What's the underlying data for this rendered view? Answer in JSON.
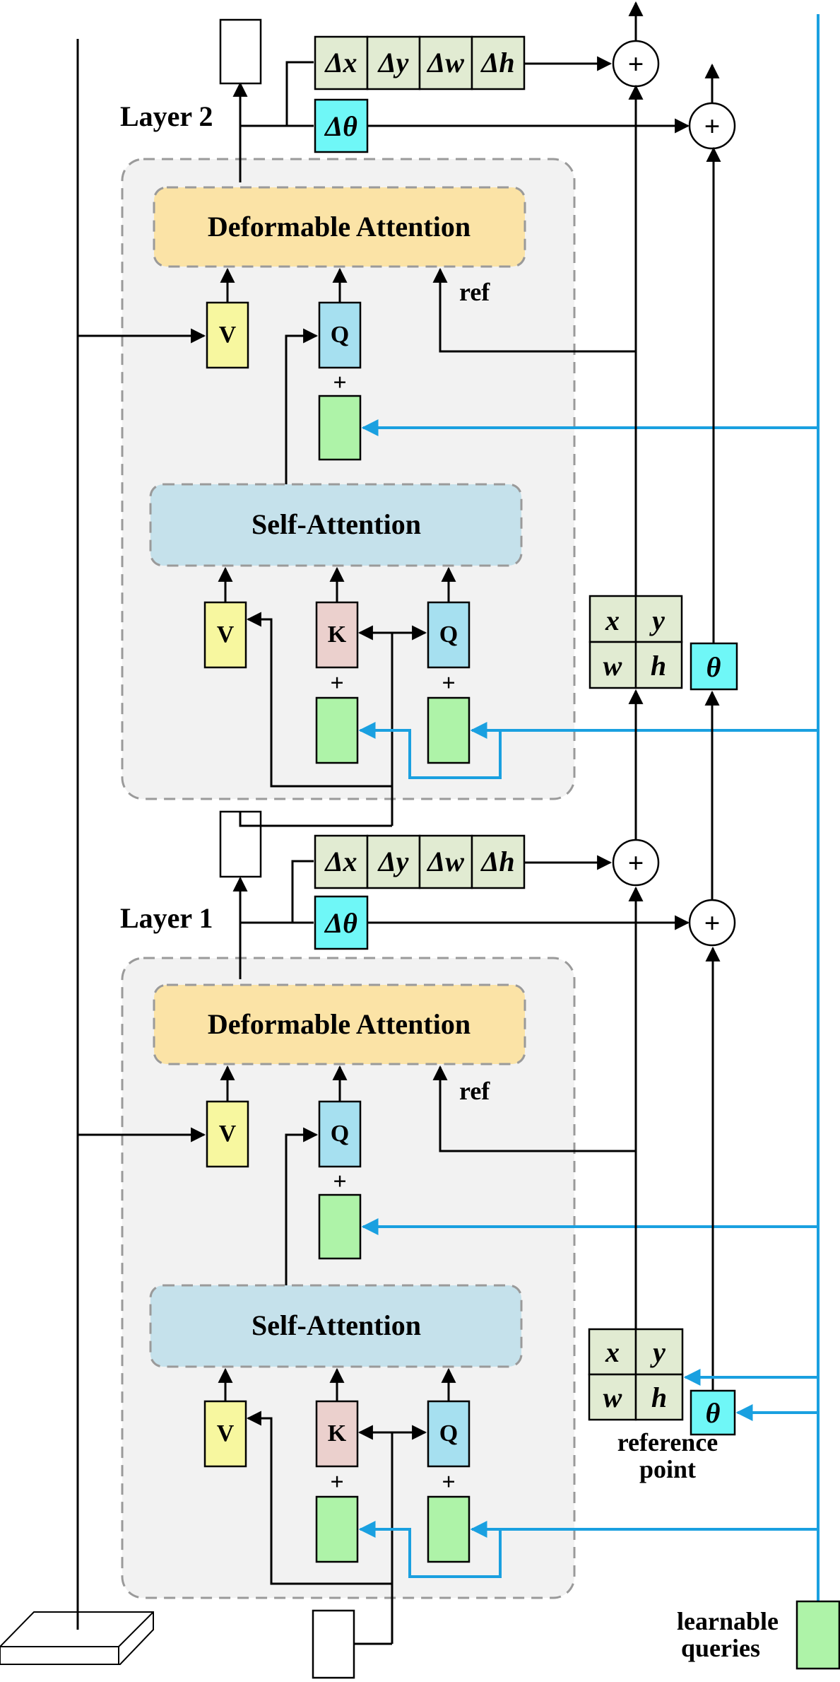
{
  "layers": [
    {
      "name": "Layer 2",
      "deformable_attention": "Deformable Attention",
      "self_attention": "Self-Attention",
      "ref": "ref",
      "deltas": [
        "Δx",
        "Δy",
        "Δw",
        "Δh"
      ],
      "delta_theta": "Δθ",
      "v": "V",
      "q": "Q",
      "k": "K",
      "plus": "+"
    },
    {
      "name": "Layer 1",
      "deformable_attention": "Deformable Attention",
      "self_attention": "Self-Attention",
      "ref": "ref",
      "deltas": [
        "Δx",
        "Δy",
        "Δw",
        "Δh"
      ],
      "delta_theta": "Δθ",
      "v": "V",
      "q": "Q",
      "k": "K",
      "plus": "+"
    }
  ],
  "reference": {
    "cells": [
      "x",
      "y",
      "w",
      "h"
    ],
    "theta": "θ"
  },
  "reference_point_label": [
    "reference",
    "point"
  ],
  "learnable_queries_label": [
    "learnable",
    "queries"
  ],
  "sum_symbol": "+",
  "colors": {
    "deformable": "#fbe3a6",
    "self_attention": "#c5e1eb",
    "value": "#f7f79f",
    "key": "#ebd0cd",
    "query": "#a6e0f0",
    "embedding": "#aef3a8",
    "theta": "#6ff7f7",
    "box_params": "#e1ebd2",
    "query_flow": "#1aa0e0"
  }
}
